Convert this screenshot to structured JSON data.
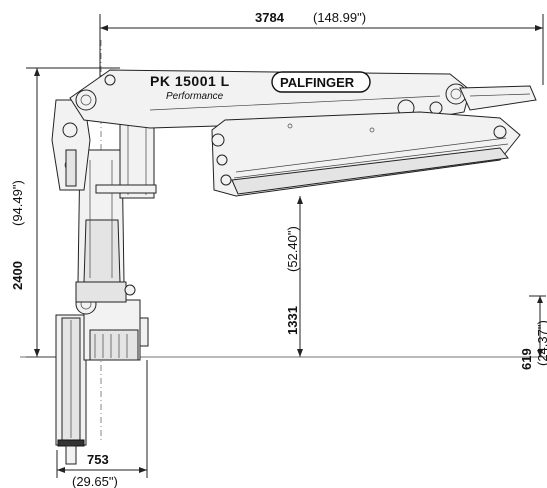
{
  "model": {
    "name": "PK 15001 L",
    "subtitle": "Performance",
    "brand": "PALFINGER"
  },
  "dimensions": {
    "reach": {
      "mm": "3784",
      "inch": "(148.99\")"
    },
    "height": {
      "mm": "2400",
      "inch": "(94.49\")"
    },
    "pivot_height": {
      "mm": "1331",
      "inch": "(52.40\")"
    },
    "base_width": {
      "mm": "753",
      "inch": "(29.65\")"
    },
    "right_height": {
      "mm": "619",
      "inch": "(24.37\")"
    }
  },
  "colors": {
    "line": "#222222",
    "fill": "#f2f2f2"
  }
}
